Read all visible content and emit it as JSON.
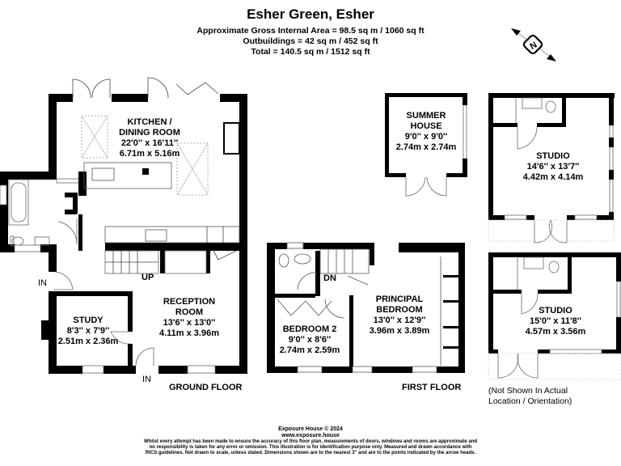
{
  "header": {
    "title": "Esher Green, Esher",
    "gross_internal_area": "Approximate Gross Internal Area = 98.5 sq m / 1060 sq ft",
    "outbuildings": "Outbuildings = 42 sq m / 452 sq ft",
    "total": "Total = 140.5 sq m / 1512 sq ft"
  },
  "compass": {
    "icon": "north-compass-icon",
    "letter": "N"
  },
  "ground_floor": {
    "label": "GROUND FLOOR",
    "rooms": [
      {
        "name": "KITCHEN /",
        "name2": "DINING ROOM",
        "imperial": "22'0'' x 16'11''",
        "metric": "6.71m x 5.16m"
      },
      {
        "name": "RECEPTION",
        "name2": "ROOM",
        "imperial": "13'6'' x 13'0''",
        "metric": "4.11m x 3.96m"
      },
      {
        "name": "STUDY",
        "imperial": "8'3'' x 7'9''",
        "metric": "2.51m x 2.36m"
      }
    ],
    "stairs_label": "UP",
    "entrances": [
      "IN",
      "IN"
    ]
  },
  "first_floor": {
    "label": "FIRST FLOOR",
    "rooms": [
      {
        "name": "PRINCIPAL",
        "name2": "BEDROOM",
        "imperial": "13'0'' x 12'9''",
        "metric": "3.96m x 3.89m"
      },
      {
        "name": "BEDROOM 2",
        "imperial": "9'0'' x 8'6''",
        "metric": "2.74m x 2.59m"
      }
    ],
    "stairs_label": "DN"
  },
  "outbuildings": {
    "summer_house": {
      "name": "SUMMER",
      "name2": "HOUSE",
      "imperial": "9'0'' x 9'0''",
      "metric": "2.74m x 2.74m"
    },
    "studio_1": {
      "name": "STUDIO",
      "imperial": "14'6'' x 13'7''",
      "metric": "4.42m x 4.14m"
    },
    "studio_2": {
      "name": "STUDIO",
      "imperial": "15'0'' x 11'8''",
      "metric": "4.57m x 3.56m"
    },
    "note_line1": "(Not Shown In Actual",
    "note_line2": "Location / Orientation)"
  },
  "footer": {
    "copyright": "Exposure House © 2024",
    "website": "www.exposure.house",
    "disclaimer_1": "Whilst every attempt has been made to ensure the accuracy of this floor plan, measurements of doors, windows and rooms are approximate and",
    "disclaimer_2": "no responsibility is taken for any error or omission. This illustration is for identification purpose only. Measured and drawn accordance with",
    "disclaimer_3": "RICS guidelines. Not drawn to scale, unless stated. Dimensions shown are to the nearest 3'' and are to the points indicated by the arrow heads."
  }
}
